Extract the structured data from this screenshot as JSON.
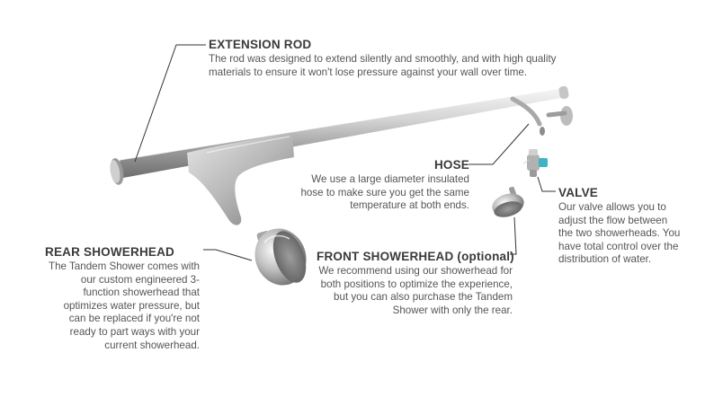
{
  "callouts": {
    "extension_rod": {
      "title": "EXTENSION ROD",
      "body": "The rod was designed to extend silently and smoothly, and with high quality materials to ensure it won't lose pressure against your wall over time."
    },
    "hose": {
      "title": "HOSE",
      "body": "We use a large diameter insulated hose to make sure you get the same temperature at both ends."
    },
    "valve": {
      "title": "VALVE",
      "body": "Our valve allows you to adjust the flow between the two showerheads. You have total control over the distribution of water."
    },
    "front_showerhead": {
      "title": "FRONT SHOWERHEAD (optional)",
      "body": "We recommend using our showerhead for both positions to optimize the experience, but you can also purchase the Tandem Shower with only the rear."
    },
    "rear_showerhead": {
      "title": "REAR SHOWERHEAD",
      "body": "The Tandem Shower comes with our custom engineered 3-function showerhead that optimizes water pressure, but can be replaced if you're not ready to part ways with your current showerhead."
    }
  },
  "colors": {
    "valve_handle": "#3fb3c4",
    "leader_line": "#333333"
  }
}
